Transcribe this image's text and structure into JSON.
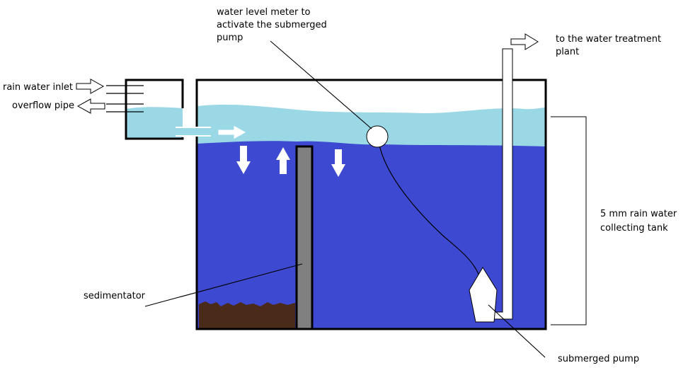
{
  "labels": {
    "meter_line1": "water level meter to",
    "meter_line2": "activate the submerged",
    "meter_line3": "pump",
    "treatment_line1": "to the water treatment",
    "treatment_line2": "plant",
    "inlet": "rain water inlet",
    "overflow": "overflow pipe",
    "tank_line1": "5 mm rain water",
    "tank_line2": "collecting tank",
    "sedimentator": "sedimentator",
    "pump": "submerged pump"
  },
  "colors": {
    "deep_water": "#3d49d0",
    "surface_water": "#9ad8e6",
    "sediment": "#4a2a18",
    "divider_wall": "#808080",
    "outline": "#000000"
  }
}
